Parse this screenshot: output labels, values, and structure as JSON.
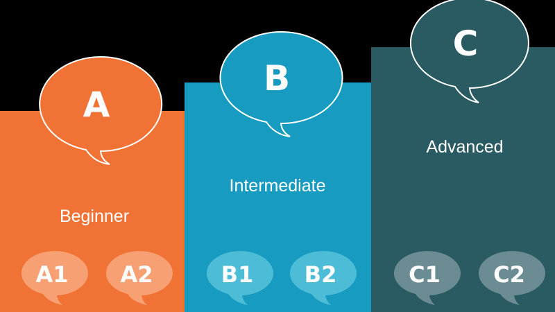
{
  "levels": [
    {
      "letter": "A",
      "name": "Beginner",
      "sublevels": [
        "A1",
        "A2"
      ],
      "color": "#F07335",
      "bubble_color": "#F7A073"
    },
    {
      "letter": "B",
      "name": "Intermediate",
      "sublevels": [
        "B1",
        "B2"
      ],
      "color": "#179BC1",
      "bubble_color": "#4DBCD6"
    },
    {
      "letter": "C",
      "name": "Advanced",
      "sublevels": [
        "C1",
        "C2"
      ],
      "color": "#2A5A62",
      "bubble_color": "#6B8C92"
    }
  ]
}
